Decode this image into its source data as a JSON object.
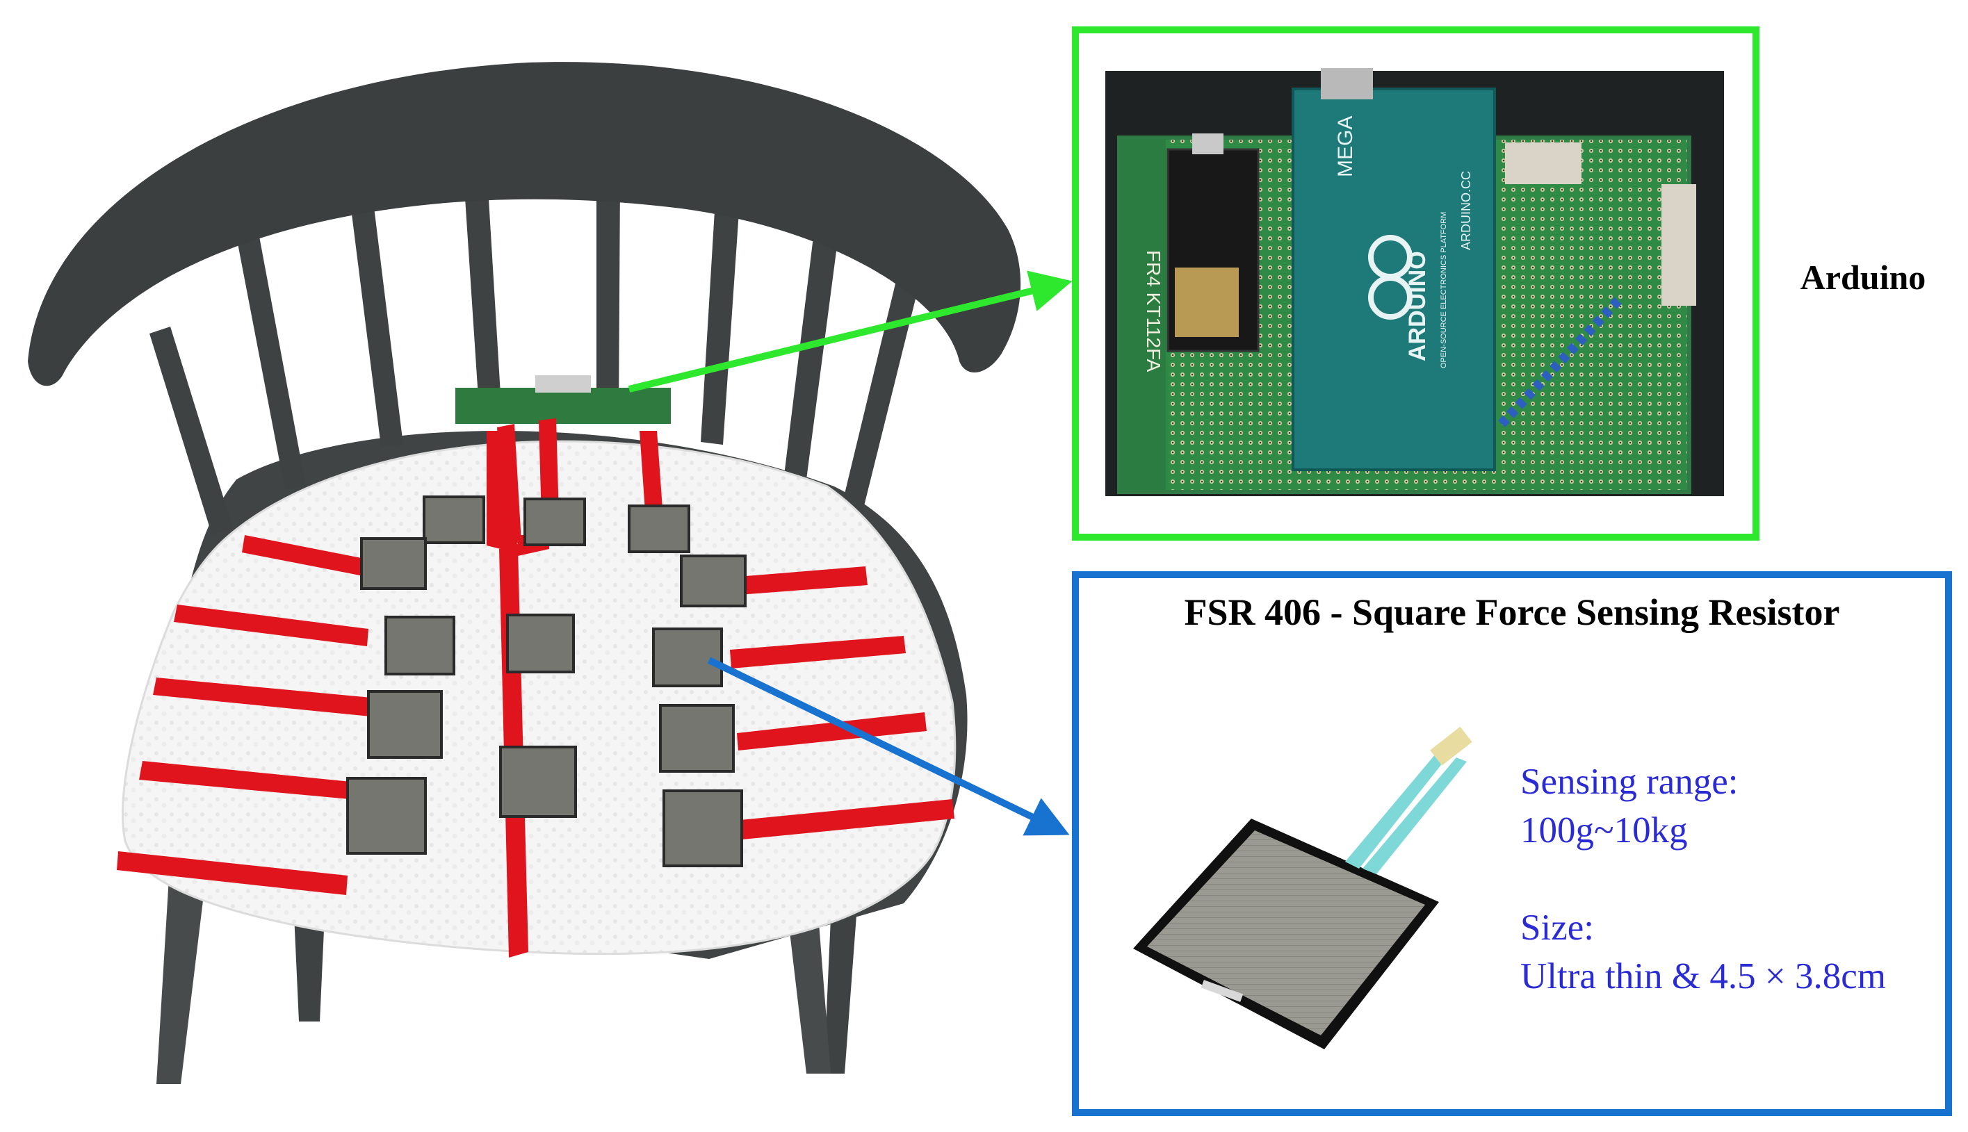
{
  "arduino": {
    "label": "Arduino"
  },
  "fsr": {
    "title": "FSR 406 - Square Force Sensing Resistor",
    "sensing_range_label": "Sensing range:",
    "sensing_range_value": "100g~10kg",
    "size_label": "Size:",
    "size_value": "Ultra thin & 4.5 × 3.8cm"
  },
  "board_markings": {
    "proto_board": "FR4 KT112FA",
    "mega_label": "MEGA",
    "brand": "ARDUINO",
    "platform": "OPEN-SOURCE ELECTRONICS PLATFORM",
    "url": "ARDUINO.CC"
  },
  "colors": {
    "arduino_frame": "#2ee82e",
    "fsr_frame": "#1873d0",
    "spec_text": "#2b2bd6",
    "sensor_tape": "#e0141c"
  }
}
